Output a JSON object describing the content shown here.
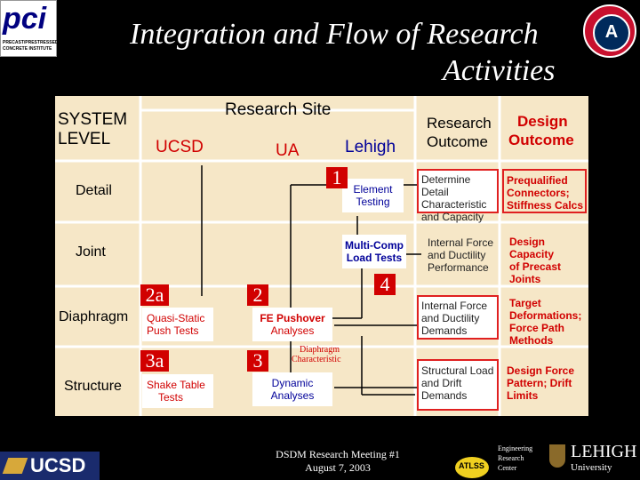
{
  "slide": {
    "title_line1": "Integration and Flow of Research",
    "title_line2": "Activities",
    "colors": {
      "background": "#000000",
      "panel": "#f6e7c7",
      "accent_red": "#d10000",
      "label_blue": "#000099"
    }
  },
  "logos": {
    "pci": {
      "text": "pci",
      "sub1": "PRECAST/PRESTRESSED",
      "sub2": "CONCRETE INSTITUTE"
    },
    "ua_seal": {
      "letter": "A"
    },
    "ucsd": "UCSD",
    "atlss": "ATLSS",
    "erc": [
      "Engineering",
      "Research",
      "Center"
    ],
    "lehigh": {
      "name": "LEHIGH",
      "sub": "University"
    }
  },
  "diagram": {
    "system_level": [
      "SYSTEM",
      "LEVEL"
    ],
    "research_site": "Research Site",
    "research_outcome": [
      "Research",
      "Outcome"
    ],
    "design_outcome": [
      "Design",
      "Outcome"
    ],
    "sites": {
      "ucsd": "UCSD",
      "ua": "UA",
      "lehigh": "Lehigh"
    },
    "levels": {
      "detail": "Detail",
      "joint": "Joint",
      "diaphragm": "Diaphragm",
      "structure": "Structure"
    },
    "markers": {
      "m1": "1",
      "m2a": "2a",
      "m2": "2",
      "m4": "4",
      "m3a": "3a",
      "m3": "3"
    },
    "activities": {
      "element_testing": [
        "Element",
        "Testing"
      ],
      "multi_comp": [
        "Multi-Comp",
        "Load Tests"
      ],
      "quasi_static": [
        "Quasi-Static",
        "Push Tests"
      ],
      "fe_pushover": [
        "FE Pushover",
        "Analyses"
      ],
      "shake_table": [
        "Shake Table",
        "Tests"
      ],
      "dynamic": [
        "Dynamic",
        "Analyses"
      ],
      "diaphragm_char": [
        "Diaphragm",
        "Characteristic"
      ]
    },
    "outcomes": [
      [
        "Determine Detail",
        "Characteristic",
        "and Capacity"
      ],
      [
        "Internal Force",
        "and Ductility",
        "Performance"
      ],
      [
        "Internal Force",
        "and Ductility",
        "Demands"
      ],
      [
        "Structural Load",
        "and Drift",
        "Demands"
      ]
    ],
    "design": [
      [
        "Prequalified",
        "Connectors;",
        "Stiffness Calcs"
      ],
      [
        "Design",
        "Capacity",
        "of Precast",
        "Joints"
      ],
      [
        "Target",
        "Deformations;",
        "Force Path",
        "Methods"
      ],
      [
        "Design Force",
        "Pattern; Drift",
        "Limits"
      ]
    ]
  },
  "footer": {
    "line1": "DSDM Research Meeting #1",
    "line2": "August 7, 2003"
  }
}
